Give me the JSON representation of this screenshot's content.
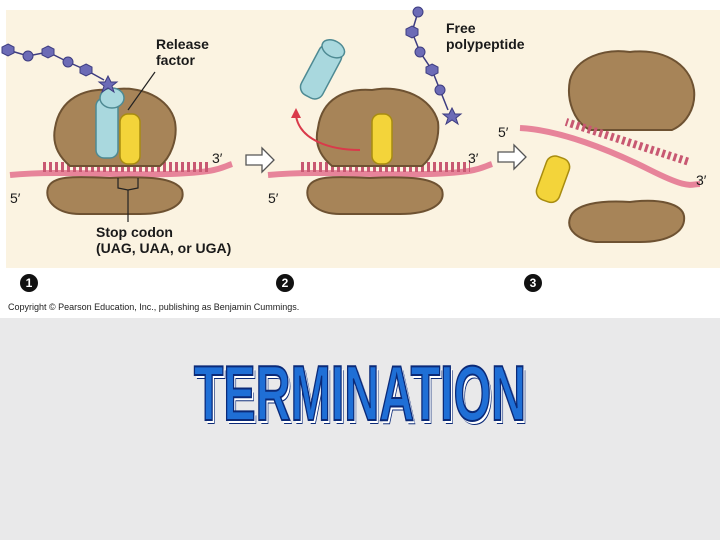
{
  "labels": {
    "release_factor": "Release\nfactor",
    "free_polypeptide": "Free\npolypeptide",
    "stop_codon": "Stop codon\n(UAG, UAA, or UGA)",
    "three_prime": "3′",
    "five_prime": "5′"
  },
  "steps": [
    "1",
    "2",
    "3"
  ],
  "copyright": "Copyright © Pearson Education, Inc., publishing as Benjamin Cummings.",
  "title": "TERMINATION",
  "colors": {
    "ribosome": "#a78458",
    "ribosome_dark": "#6e5232",
    "mrna": "#e7849a",
    "release_factor": "#a9d8de",
    "trna_yellow": "#f3d43a",
    "polypeptide": "#6c6bb6",
    "arrow_red": "#d93a4a",
    "title_blue": "#1f6fd6"
  }
}
